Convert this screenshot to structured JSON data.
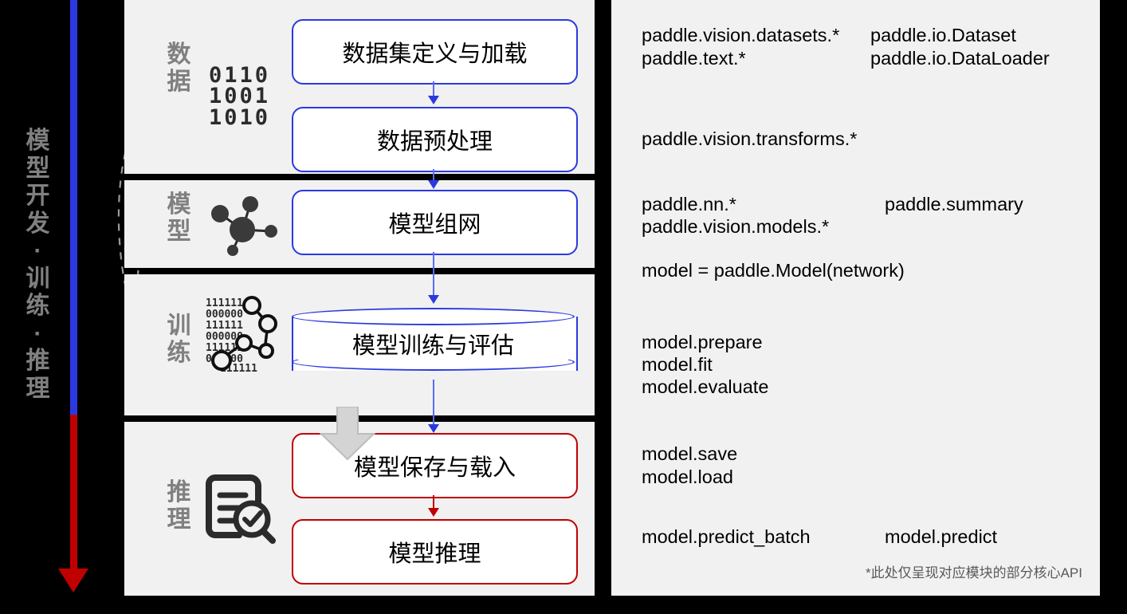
{
  "axis": {
    "label_chars": [
      "模",
      "型",
      "开",
      "发",
      "·",
      "训",
      "练",
      "·",
      "推",
      "理"
    ],
    "colors": {
      "top": "#2b39e0",
      "bottom": "#c00000"
    }
  },
  "sections": [
    {
      "id": "data",
      "label_chars": [
        "数",
        "据"
      ],
      "icon": "binary-digits-icon",
      "binary_rows": [
        "0110",
        "1001",
        "1010"
      ],
      "boxes": [
        {
          "text": "数据集定义与加载",
          "shape": "rounded-rect",
          "color": "#2b39e0"
        },
        {
          "text": "数据预处理",
          "shape": "rounded-rect",
          "color": "#2b39e0"
        }
      ]
    },
    {
      "id": "model",
      "label_chars": [
        "模",
        "型"
      ],
      "icon": "molecule-network-icon",
      "boxes": [
        {
          "text": "模型组网",
          "shape": "rounded-rect",
          "color": "#2b39e0"
        }
      ]
    },
    {
      "id": "train",
      "label_chars": [
        "训",
        "练"
      ],
      "icon": "binary-graph-icon",
      "boxes": [
        {
          "text": "模型训练与评估",
          "shape": "cylinder",
          "color": "#2b39e0"
        }
      ]
    },
    {
      "id": "infer",
      "label_chars": [
        "推",
        "理"
      ],
      "icon": "document-search-icon",
      "boxes": [
        {
          "text": "模型保存与载入",
          "shape": "rounded-rect",
          "color": "#c00000"
        },
        {
          "text": "模型推理",
          "shape": "rounded-rect",
          "color": "#c00000"
        }
      ]
    }
  ],
  "api": {
    "groups": [
      {
        "left": [
          "paddle.vision.datasets.*",
          "paddle.text.*"
        ],
        "right": [
          "paddle.io.Dataset",
          "paddle.io.DataLoader"
        ]
      },
      {
        "left": [
          "paddle.vision.transforms.*"
        ],
        "right": []
      },
      {
        "left": [
          "paddle.nn.*",
          "paddle.vision.models.*"
        ],
        "right": [
          "paddle.summary"
        ]
      },
      {
        "left": [
          "model = paddle.Model(network)"
        ],
        "right": []
      },
      {
        "left": [
          "model.prepare",
          "model.fit",
          "model.evaluate"
        ],
        "right": []
      },
      {
        "left": [
          "model.save",
          "model.load"
        ],
        "right": []
      },
      {
        "left": [
          "model.predict_batch"
        ],
        "right": [
          "model.predict"
        ]
      }
    ],
    "lines": {
      "l1": "paddle.vision.datasets.*",
      "l2": "paddle.text.*",
      "r1": "paddle.io.Dataset",
      "r2": "paddle.io.DataLoader",
      "l3": "paddle.vision.transforms.*",
      "l4": "paddle.nn.*",
      "l5": "paddle.vision.models.*",
      "r3": "paddle.summary",
      "l6": "model = paddle.Model(network)",
      "l7": "model.prepare",
      "l8": "model.fit",
      "l9": "model.evaluate",
      "l10": "model.save",
      "l11": "model.load",
      "l12": "model.predict_batch",
      "r4": "model.predict"
    },
    "footnote": "*此处仅呈现对应模块的部分核心API"
  }
}
